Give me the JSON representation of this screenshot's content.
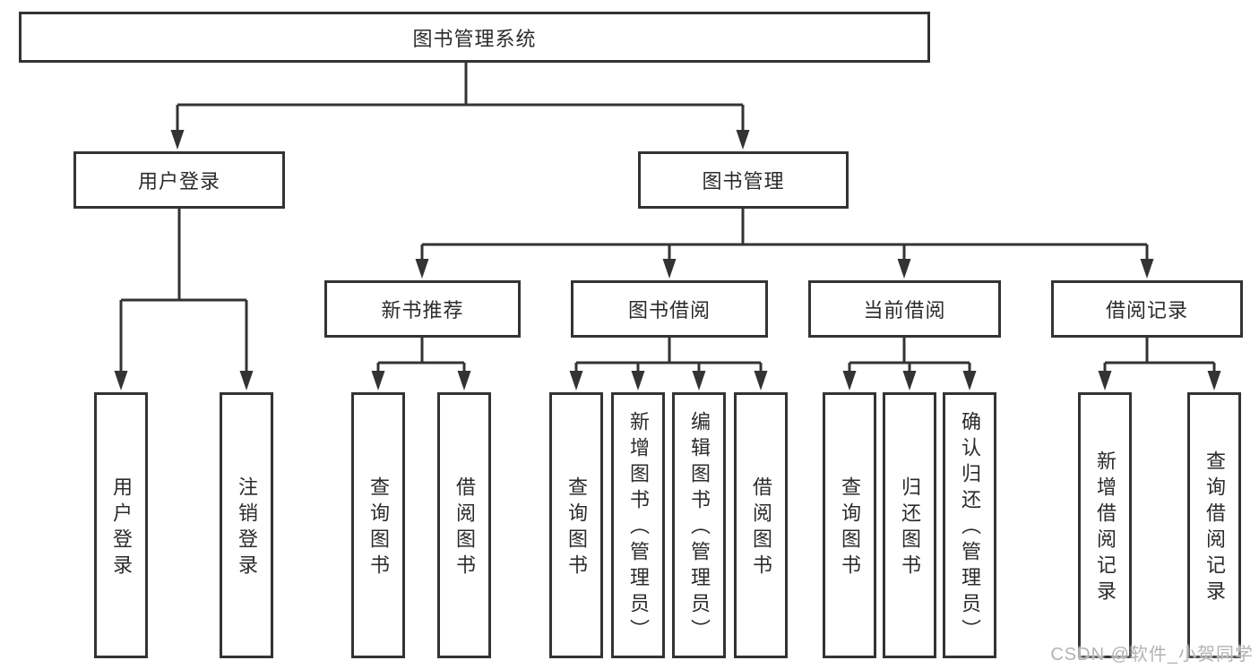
{
  "diagram": {
    "root": {
      "label": "图书管理系统"
    },
    "level2": [
      {
        "id": "user-login",
        "label": "用户登录"
      },
      {
        "id": "book-management",
        "label": "图书管理"
      }
    ],
    "level3": [
      {
        "id": "new-book-recommend",
        "label": "新书推荐",
        "parent": "图书管理"
      },
      {
        "id": "book-borrowing",
        "label": "图书借阅",
        "parent": "图书管理"
      },
      {
        "id": "current-borrowing",
        "label": "当前借阅",
        "parent": "图书管理"
      },
      {
        "id": "borrowing-records",
        "label": "借阅记录",
        "parent": "图书管理"
      }
    ],
    "leaves": [
      {
        "id": "leaf-user-login",
        "label": "用户登录",
        "parent": "用户登录"
      },
      {
        "id": "leaf-logout",
        "label": "注销登录",
        "parent": "用户登录"
      },
      {
        "id": "leaf-query-book-1",
        "label": "查询图书",
        "parent": "新书推荐"
      },
      {
        "id": "leaf-borrow-book-1",
        "label": "借阅图书",
        "parent": "新书推荐"
      },
      {
        "id": "leaf-query-book-2",
        "label": "查询图书",
        "parent": "图书借阅"
      },
      {
        "id": "leaf-add-book",
        "label": "新增图书（管理员）",
        "parent": "图书借阅"
      },
      {
        "id": "leaf-edit-book",
        "label": "编辑图书（管理员）",
        "parent": "图书借阅"
      },
      {
        "id": "leaf-borrow-book-2",
        "label": "借阅图书",
        "parent": "图书借阅"
      },
      {
        "id": "leaf-query-book-3",
        "label": "查询图书",
        "parent": "当前借阅"
      },
      {
        "id": "leaf-return-book",
        "label": "归还图书",
        "parent": "当前借阅"
      },
      {
        "id": "leaf-confirm-return",
        "label": "确认归还（管理员）",
        "parent": "当前借阅"
      },
      {
        "id": "leaf-add-borrow-record",
        "label": "新增借阅记录",
        "parent": "借阅记录"
      },
      {
        "id": "leaf-query-borrow-record",
        "label": "查询借阅记录",
        "parent": "借阅记录"
      }
    ],
    "colors": {
      "line": "#333333",
      "text": "#2b2b2b",
      "watermark": "#b3b3b3",
      "background": "#ffffff"
    },
    "watermark": "CSDN @软件_小贺同学"
  }
}
